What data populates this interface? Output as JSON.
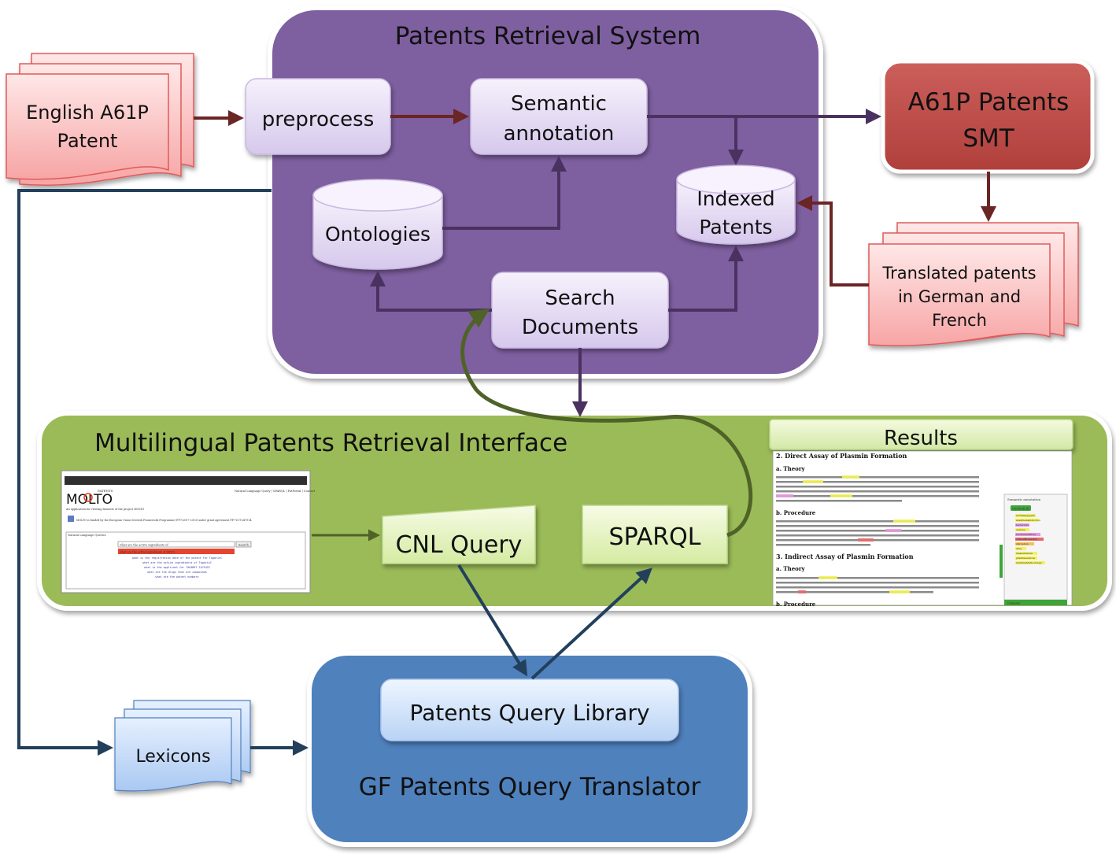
{
  "patents_retrieval_system": {
    "title": "Patents Retrieval System",
    "preprocess": "preprocess",
    "semantic_annotation": [
      "Semantic",
      "annotation"
    ],
    "ontologies": "Ontologies",
    "indexed_patents": [
      "Indexed",
      "Patents"
    ],
    "search_documents": [
      "Search",
      "Documents"
    ]
  },
  "input_patent": [
    "English A61P",
    "Patent"
  ],
  "smt": [
    "A61P Patents",
    "SMT"
  ],
  "translated_patents": [
    "Translated patents",
    "in German and",
    "French"
  ],
  "interface": {
    "title": "Multilingual Patents Retrieval Interface",
    "cnl_query": "CNL Query",
    "sparql": "SPARQL",
    "results_title": "Results"
  },
  "molto_screenshot": {
    "logo_small": "PATENTS",
    "logo": "MOLTO",
    "nav": "Natural Language Query | SPARQL | PatPortal | Contact",
    "tagline": "An application for viewing datasets of the project MOLTO",
    "funding": "MOLTO is funded by the European Union Seventh Framework Programme (FP7/2007-2013) under grant agreement FP7-ICT-247914.",
    "panel_title": "Natural Language Queries",
    "query_value": "what are the active ingredients of",
    "search_label": "Search",
    "suggestion_selected": "what are the active ingredients of DRUG",
    "suggestions": [
      "what is the registration date of the patent for TagarinC",
      "what are the active ingredients of TagarinC",
      "what is the applicant for TAGAMET 2475422",
      "what are the drugs that are compounds",
      "what are the patent numbers"
    ]
  },
  "results_doc": {
    "heading1": "2. Direct Assay of Plasmin Formation",
    "theory": "a. Theory",
    "procedure": "b. Procedure",
    "heading2": "3. Indirect Assay of Plasmin Formation",
    "theory2": "a. Theory",
    "procedure2": "b. Procedure",
    "side_title": "Semantic annotation",
    "side_button": "Uncheck all",
    "side_items": [
      "activatingagent",
      "anesthesiaInduction",
      "bacterium",
      "enzyme",
      "biochemicalRole",
      "clinicalBiomarker",
      "disruption",
      "drug",
      "measurement",
      "pharmaceutical",
      "studyingMethodology"
    ],
    "side_footer": "Contents"
  },
  "translator": {
    "library": "Patents Query Library",
    "title": "GF Patents Query Translator"
  },
  "lexicons": "Lexicons",
  "colors": {
    "purple_panel": "#7E5FA0",
    "green_panel": "#9BBB59",
    "blue_panel": "#4F81BD",
    "smt_red": "#C0504D",
    "arrow_brown": "#6B2525",
    "arrow_purple": "#4A3260",
    "arrow_navy": "#22405C",
    "arrow_olive": "#4F6228"
  }
}
